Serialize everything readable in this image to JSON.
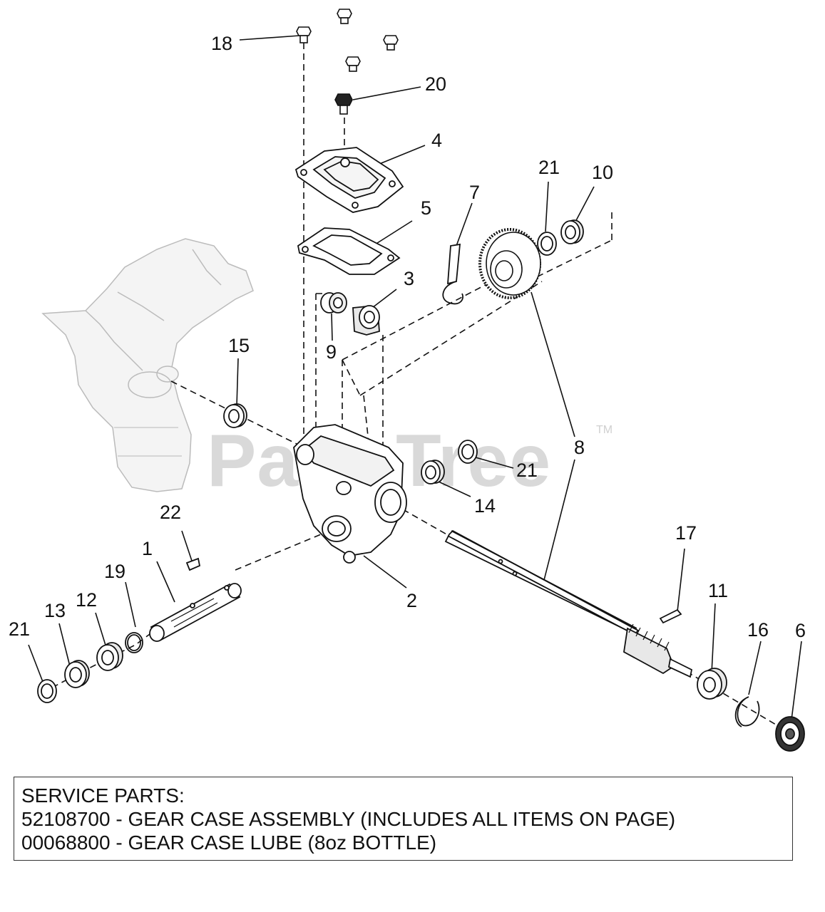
{
  "watermark": {
    "text": "PartsTree",
    "trademark": "TM"
  },
  "callouts": [
    {
      "id": "c18",
      "label": "18"
    },
    {
      "id": "c20",
      "label": "20"
    },
    {
      "id": "c4",
      "label": "4"
    },
    {
      "id": "c5",
      "label": "5"
    },
    {
      "id": "c3",
      "label": "3"
    },
    {
      "id": "c9",
      "label": "9"
    },
    {
      "id": "c7",
      "label": "7"
    },
    {
      "id": "c21a",
      "label": "21"
    },
    {
      "id": "c10",
      "label": "10"
    },
    {
      "id": "c15",
      "label": "15"
    },
    {
      "id": "c8",
      "label": "8"
    },
    {
      "id": "c21b",
      "label": "21"
    },
    {
      "id": "c14",
      "label": "14"
    },
    {
      "id": "c22",
      "label": "22"
    },
    {
      "id": "c1",
      "label": "1"
    },
    {
      "id": "c19",
      "label": "19"
    },
    {
      "id": "c12",
      "label": "12"
    },
    {
      "id": "c13",
      "label": "13"
    },
    {
      "id": "c21c",
      "label": "21"
    },
    {
      "id": "c2",
      "label": "2"
    },
    {
      "id": "c17",
      "label": "17"
    },
    {
      "id": "c11",
      "label": "11"
    },
    {
      "id": "c16",
      "label": "16"
    },
    {
      "id": "c6",
      "label": "6"
    }
  ],
  "service_parts": {
    "heading": "SERVICE PARTS:",
    "lines": [
      "52108700 - GEAR CASE ASSEMBLY (INCLUDES ALL ITEMS ON PAGE)",
      "00068800 - GEAR CASE LUBE (8oz BOTTLE)"
    ]
  }
}
